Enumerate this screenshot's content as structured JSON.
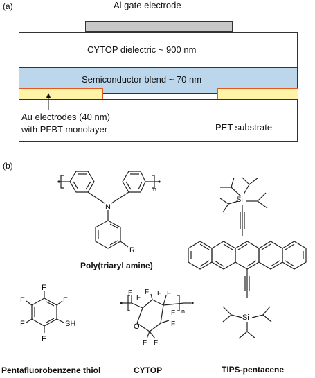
{
  "panel_a": {
    "label": "(a)",
    "gate_label": "Al gate electrode",
    "dielectric_label": "CYTOP dielectric  ~ 900 nm",
    "semiconductor_label": "Semiconductor blend ~ 70 nm",
    "electrodes_label_line1": "Au electrodes (40 nm)",
    "electrodes_label_line2": "with PFBT monolayer",
    "substrate_label": "PET substrate",
    "colors": {
      "gate": "#c8c8c8",
      "semiconductor": "#bcd6ec",
      "electrode": "#fff3a8",
      "electrode_edge": "#e05a1e"
    }
  },
  "panel_b": {
    "label": "(b)",
    "pta": {
      "name": "Poly(triaryl amine)",
      "atom_N": "N",
      "atom_R": "R",
      "subscript_n": "n"
    },
    "pfbt": {
      "name": "Pentafluorobenzene thiol",
      "atom_F": "F",
      "group_SH": "SH"
    },
    "cytop": {
      "name": "CYTOP",
      "atom_F": "F",
      "atom_O": "O",
      "subscript_n": "n"
    },
    "tips": {
      "name": "TIPS-pentacene",
      "atom_Si": "Si"
    }
  }
}
